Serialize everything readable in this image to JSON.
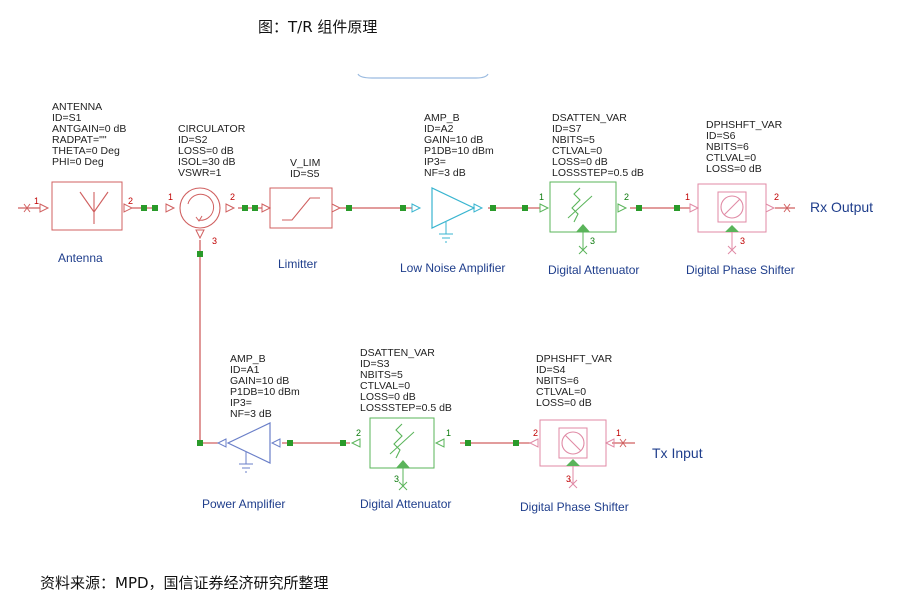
{
  "title": "图：T/R 组件原理",
  "source": "资料来源：MPD，国信证券经济研究所整理",
  "colors": {
    "wire": "#d06060",
    "node": "#2a9a2a",
    "text_blue": "#1f3e8c",
    "atten": "#5ab45a",
    "shifter": "#e08aa5",
    "amp_lna": "#39b5d0",
    "amp_pa": "#6a7fc8"
  },
  "blocks": {
    "antenna": {
      "params": [
        "ANTENNA",
        "ID=S1",
        "ANTGAIN=0 dB",
        "RADPAT=\"\"",
        "THETA=0 Deg",
        "PHI=0 Deg"
      ],
      "label": "Antenna"
    },
    "circulator": {
      "params": [
        "CIRCULATOR",
        "ID=S2",
        "LOSS=0 dB",
        "ISOL=30 dB",
        "VSWR=1"
      ]
    },
    "limiter": {
      "params": [
        "V_LIM",
        "ID=S5"
      ],
      "label": "Limitter"
    },
    "lna": {
      "params": [
        "AMP_B",
        "ID=A2",
        "GAIN=10 dB",
        "P1DB=10 dBm",
        "IP3=",
        "NF=3 dB"
      ],
      "label": "Low Noise Amplifier"
    },
    "rx_atten": {
      "params": [
        "DSATTEN_VAR",
        "ID=S7",
        "NBITS=5",
        "CTLVAL=0",
        "LOSS=0 dB",
        "LOSSSTEP=0.5 dB"
      ],
      "label": "Digital Attenuator"
    },
    "rx_shifter": {
      "params": [
        "DPHSHFT_VAR",
        "ID=S6",
        "NBITS=6",
        "CTLVAL=0",
        "LOSS=0 dB"
      ],
      "label": "Digital Phase Shifter"
    },
    "pa": {
      "params": [
        "AMP_B",
        "ID=A1",
        "GAIN=10 dB",
        "P1DB=10 dBm",
        "IP3=",
        "NF=3 dB"
      ],
      "label": "Power Amplifier"
    },
    "tx_atten": {
      "params": [
        "DSATTEN_VAR",
        "ID=S3",
        "NBITS=5",
        "CTLVAL=0",
        "LOSS=0 dB",
        "LOSSSTEP=0.5 dB"
      ],
      "label": "Digital Attenuator"
    },
    "tx_shifter": {
      "params": [
        "DPHSHFT_VAR",
        "ID=S4",
        "NBITS=6",
        "CTLVAL=0",
        "LOSS=0 dB"
      ],
      "label": "Digital Phase Shifter"
    }
  },
  "ports": {
    "rx_output": "Rx Output",
    "tx_input": "Tx Input"
  },
  "port_numbers": {
    "one": "1",
    "two": "2",
    "three": "3"
  }
}
